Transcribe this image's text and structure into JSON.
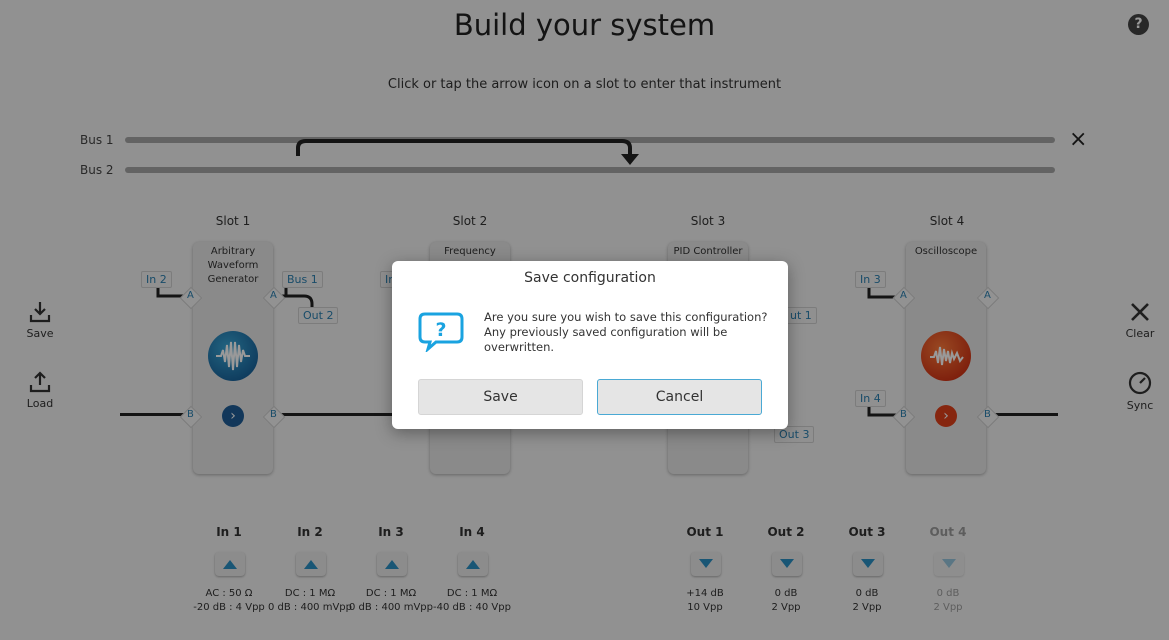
{
  "page": {
    "title": "Build your system",
    "subtitle": "Click or tap the arrow icon on a slot to enter that instrument"
  },
  "bus": {
    "bus1_label": "Bus 1",
    "bus2_label": "Bus 2"
  },
  "slots": [
    {
      "label": "Slot 1",
      "instrument": "Arbitrary Waveform Generator",
      "icon": "waveform-generator-icon",
      "icon_color": "#1e73a8"
    },
    {
      "label": "Slot 2",
      "instrument": "Frequency"
    },
    {
      "label": "Slot 3",
      "instrument": "PID Controller"
    },
    {
      "label": "Slot 4",
      "instrument": "Oscilloscope",
      "icon": "oscilloscope-icon",
      "icon_color": "#e0401a"
    }
  ],
  "port_letters": {
    "a": "A",
    "b": "B"
  },
  "tags": {
    "in2": "In 2",
    "bus1": "Bus 1",
    "out2": "Out 2",
    "in_partial": "In",
    "out1_partial": "ut 1",
    "out3": "Out 3",
    "in3": "In 3",
    "in4": "In 4"
  },
  "side_buttons": {
    "save": "Save",
    "load": "Load",
    "clear": "Clear",
    "sync": "Sync"
  },
  "inputs": [
    {
      "label": "In 1",
      "line1": "AC : 50 Ω",
      "line2": "-20 dB : 4 Vpp"
    },
    {
      "label": "In 2",
      "line1": "DC : 1 MΩ",
      "line2": "0 dB : 400 mVpp"
    },
    {
      "label": "In 3",
      "line1": "DC : 1 MΩ",
      "line2": "0 dB : 400 mVpp"
    },
    {
      "label": "In 4",
      "line1": "DC : 1 MΩ",
      "line2": "-40 dB : 40 Vpp"
    }
  ],
  "outputs": [
    {
      "label": "Out 1",
      "line1": "+14 dB",
      "line2": "10 Vpp"
    },
    {
      "label": "Out 2",
      "line1": "0 dB",
      "line2": "2 Vpp"
    },
    {
      "label": "Out 3",
      "line1": "0 dB",
      "line2": "2 Vpp"
    },
    {
      "label": "Out 4",
      "line1": "0 dB",
      "line2": "2 Vpp"
    }
  ],
  "dialog": {
    "title": "Save configuration",
    "message": "Are you sure you wish to save this configuration? Any previously saved configuration will be overwritten.",
    "save_label": "Save",
    "cancel_label": "Cancel",
    "icon": "question-bubble-icon",
    "accent": "#1aa3e0"
  }
}
